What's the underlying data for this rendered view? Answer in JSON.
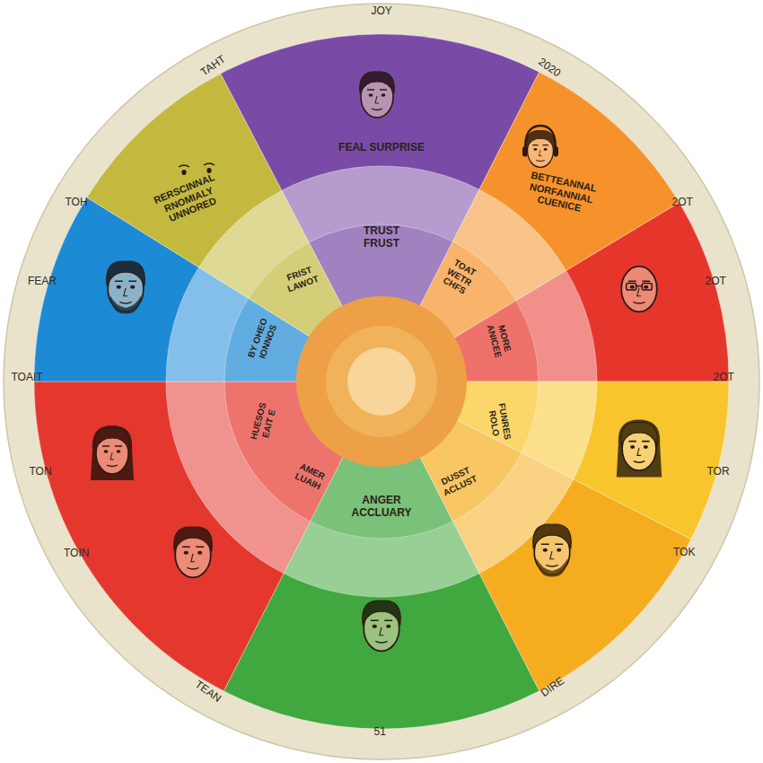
{
  "diagram": {
    "nodes": [
      {
        "text": [
          "FEAL SURPRISE"
        ]
      },
      {
        "text": [
          "RERSCINNAL RNOMIALY UNNORED"
        ]
      },
      {
        "text": [
          "BETTEANNAL NORFANNIAL CUENICE"
        ]
      },
      {
        "text": [
          "TRUST FRUST"
        ]
      },
      {
        "text": [
          "FRIST LAWOT"
        ]
      },
      {
        "text": [
          "TOAT WETR CHFS"
        ]
      },
      {
        "text": [
          "BY OHEO IONNOS"
        ]
      },
      {
        "text": [
          "MORE ANICEE"
        ]
      },
      {
        "text": [
          "HUESOS EAIT E"
        ]
      },
      {
        "text": [
          "FUNRES ROLO"
        ]
      },
      {
        "text": [
          "AMER LUAIH"
        ]
      },
      {
        "text": [
          "DUSST ACLUST"
        ]
      },
      {
        "text": [
          "ANGER ACCLUARY"
        ]
      }
    ],
    "labels": [
      "JOY",
      "TAHT",
      "2020",
      "TOH",
      "2OT",
      "FEAR",
      "2OT",
      "TOAIT",
      "2OT",
      "TON",
      "TOR",
      "TOIN",
      "TOK",
      "TEAN",
      "DIRE",
      "51"
    ]
  }
}
